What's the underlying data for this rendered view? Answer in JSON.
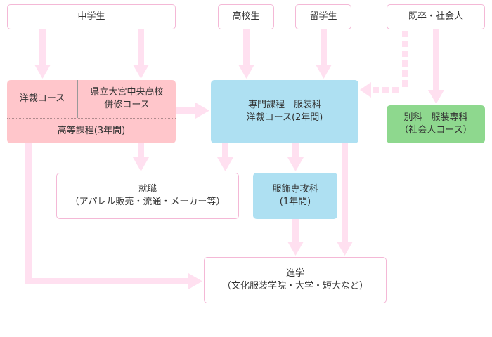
{
  "colors": {
    "arrow": "#ffe0f0",
    "outline_border": "#f4b8d6",
    "high_school_box": "#ffc6cb",
    "specialty_box": "#aee0f2",
    "adult_course_box": "#8ed88e"
  },
  "sources": {
    "junior_high": "中学生",
    "high_school": "高校生",
    "international": "留学生",
    "graduate_adult": "既卒・社会人"
  },
  "high_school_program": {
    "western_sewing_course": "洋裁コース",
    "joint_course": "県立大宮中央高校\n併修コース",
    "footer": "高等課程(3年間)"
  },
  "specialty_program": "専門課程　服装科\n洋裁コース(2年間)",
  "adult_program": "別科　服装専科\n（社会人コース）",
  "accessories_program": "服飾専攻科\n(1年間)",
  "employment": "就職\n（アパレル販売・流通・メーカー等）",
  "further_education": "進学\n（文化服装学院・大学・短大など）"
}
